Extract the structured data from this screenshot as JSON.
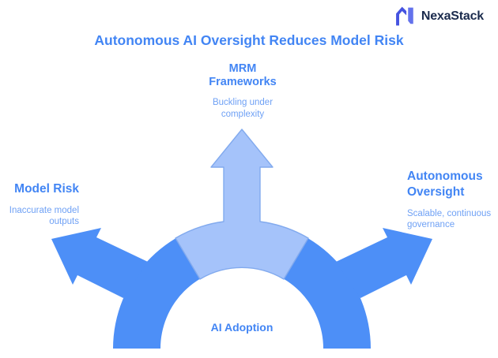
{
  "brand": {
    "name": "NexaStack"
  },
  "title": "Autonomous AI Oversight Reduces Model Risk",
  "nodes": {
    "top": {
      "heading": "MRM\nFrameworks",
      "sub": "Buckling under\ncomplexity"
    },
    "left": {
      "heading": "Model Risk",
      "sub": "Inaccurate model\noutputs"
    },
    "right": {
      "heading": "Autonomous\nOversight",
      "sub": "Scalable, continuous\ngovernance"
    }
  },
  "base": {
    "label": "AI Adoption"
  },
  "colors": {
    "accent_text": "#4285F4",
    "sub_text": "#6FA1F5",
    "shape_dark_blue": "#4D8FF7",
    "shape_light_blue": "#A5C3FA",
    "shape_light_border": "#82AAEE",
    "logo_text": "#1B2B4D",
    "logo_mark_left": "#4553E0",
    "logo_mark_right": "#6372EC"
  }
}
